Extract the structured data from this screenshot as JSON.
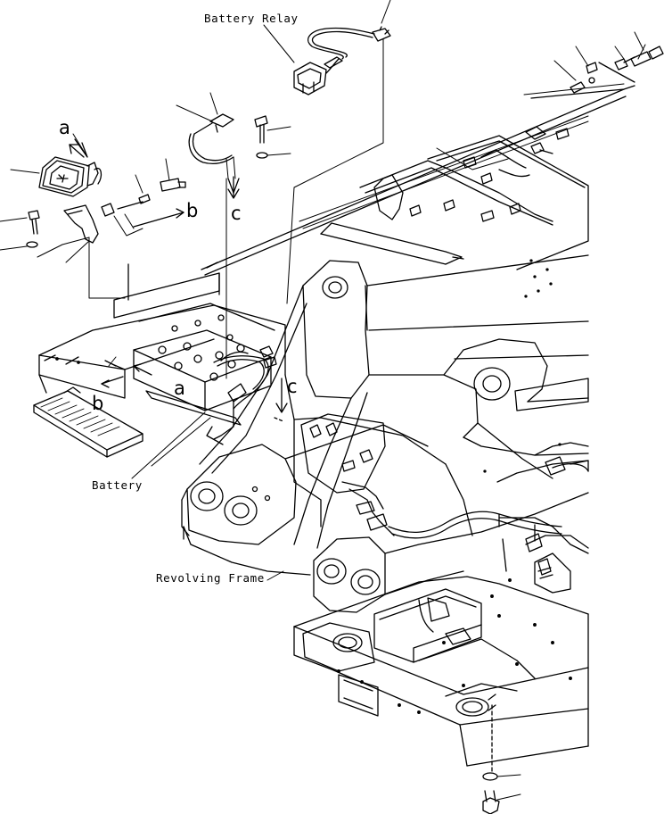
{
  "labels": {
    "battery_relay": "Battery Relay",
    "battery": "Battery",
    "revolving_frame": "Revolving Frame"
  },
  "view_markers": {
    "a_top": "a",
    "b_top": "b",
    "c_top": "c",
    "a_bottom": "a",
    "b_bottom": "b",
    "c_bottom": "c"
  },
  "colors": {
    "line": "#000000",
    "background": "#ffffff"
  }
}
